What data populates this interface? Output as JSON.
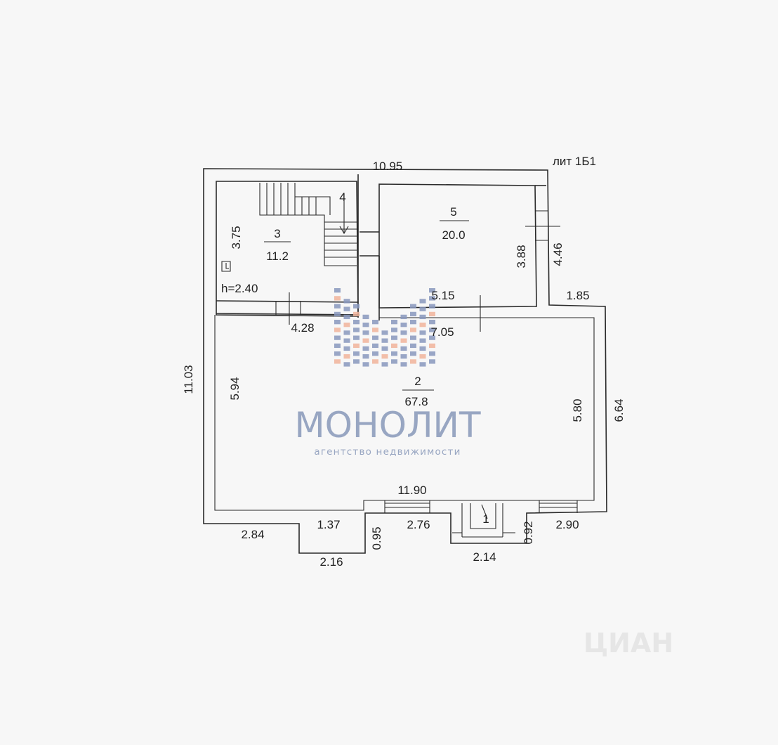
{
  "plan": {
    "liter_label": "лит 1Б1",
    "ceiling_height": "h=2.40",
    "rooms": [
      {
        "number": "3",
        "area": "11.2"
      },
      {
        "number": "4"
      },
      {
        "number": "5",
        "area": "20.0"
      },
      {
        "number": "2",
        "area": "67.8"
      },
      {
        "number": "1"
      }
    ],
    "dimensions": {
      "top_width": "10.95",
      "left_height": "11.03",
      "room3_height": "3.75",
      "room3_width": "4.28",
      "room5_width": "5.15",
      "room5_height": "3.88",
      "room5_outer": "4.46",
      "ledge": "1.85",
      "room2_width": "7.05",
      "room2_left": "5.94",
      "room2_right": "5.80",
      "right_height": "6.64",
      "bottom_width": "11.90",
      "bottom_left": "2.84",
      "notch_depth": "1.37",
      "notch_bottom": "2.16",
      "notch_side": "0.95",
      "mid_segment": "2.76",
      "porch_width": "2.14",
      "porch_side": "0.92",
      "bottom_right": "2.90"
    }
  },
  "watermark": {
    "title": "МОНОЛИТ",
    "subtitle": "агентство недвижимости",
    "colors": {
      "blue": "#8898bd",
      "orange": "#f1b49b"
    }
  },
  "stamp": {
    "text": "ЦИАН"
  }
}
